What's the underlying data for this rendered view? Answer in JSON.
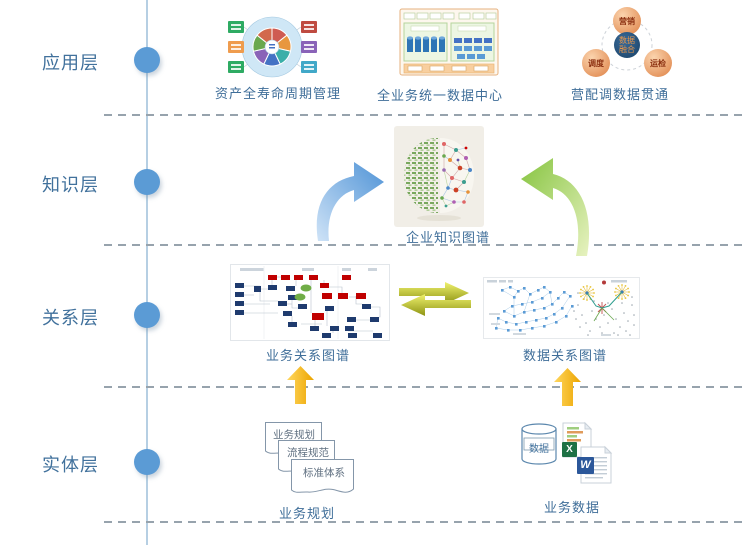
{
  "layers": {
    "items": [
      {
        "label": "应用层"
      },
      {
        "label": "知识层"
      },
      {
        "label": "关系层"
      },
      {
        "label": "实体层"
      }
    ]
  },
  "app": {
    "asset_caption": "资产全寿命周期管理",
    "datacenter_caption": "全业务统一数据中心",
    "integration_caption": "营配调数据贯通",
    "integration": {
      "top": "营销",
      "left": "调度",
      "right": "运检",
      "center_line1": "数据",
      "center_line2": "融合"
    }
  },
  "knowledge": {
    "caption": "企业知识图谱"
  },
  "relation": {
    "business_caption": "业务关系图谱",
    "data_caption": "数据关系图谱"
  },
  "entity": {
    "doc1": "业务规划",
    "doc2": "流程规范",
    "doc3": "标准体系",
    "plan_caption": "业务规划",
    "db_label": "数据",
    "excel_letter": "X",
    "word_letter": "W",
    "data_caption": "业务数据"
  },
  "colors": {
    "accent_blue": "#5b9bd5",
    "label_blue": "#41719c",
    "arrow_gold": "#f2b200",
    "arrow_olive": "#b8c020",
    "arrow_sky": "#5596d8",
    "arrow_green": "#86c440"
  }
}
